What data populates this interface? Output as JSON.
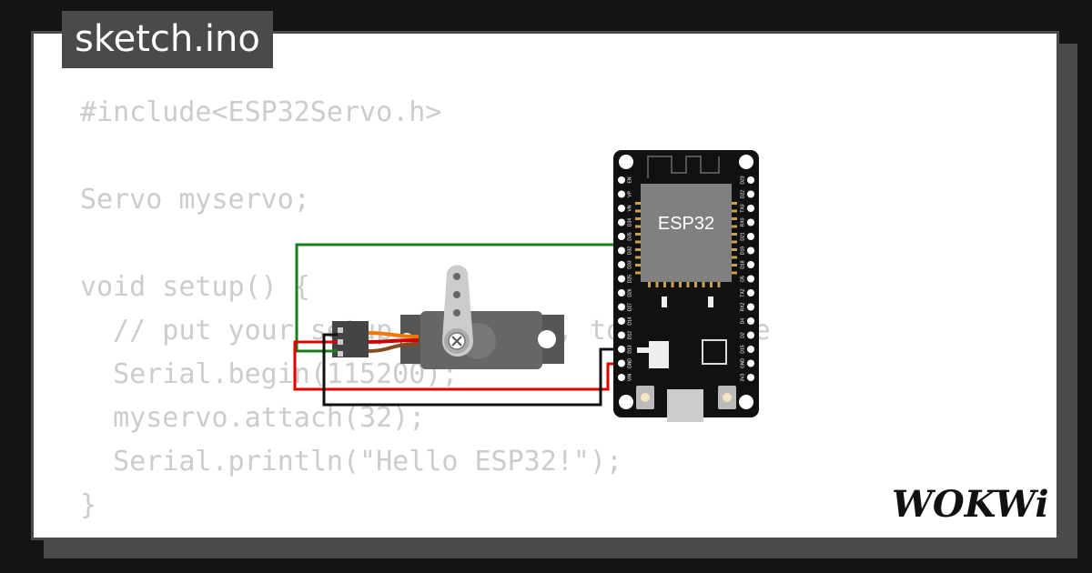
{
  "title": "sketch.ino",
  "code_lines": [
    "#include<ESP32Servo.h>",
    "",
    "Servo myservo;",
    "",
    "void setup() {",
    "  // put your setup code here, to run once",
    "  Serial.begin(115200);",
    "  myservo.attach(32);",
    "  Serial.println(\"Hello ESP32!\");",
    "}"
  ],
  "board": {
    "chip_label": "ESP32",
    "pins_left": [
      "EN",
      "VP",
      "VN",
      "D34",
      "D35",
      "D32",
      "D33",
      "D25",
      "D26",
      "D27",
      "D14",
      "D12",
      "D13",
      "GND",
      "VIN"
    ],
    "pins_right": [
      "D23",
      "D22",
      "TX0",
      "RX0",
      "D21",
      "D19",
      "D18",
      "D5",
      "TX2",
      "RX2",
      "D4",
      "D2",
      "D15",
      "GND",
      "3V3"
    ]
  },
  "logo_text": "WOKWi",
  "colors": {
    "background": "#141414",
    "frame": "#4a4a4a",
    "code": "#cccccc",
    "wire_signal": "#1a7f1a",
    "wire_power": "#e00000",
    "wire_ground": "#111111",
    "servo_lead": "#f07800"
  }
}
